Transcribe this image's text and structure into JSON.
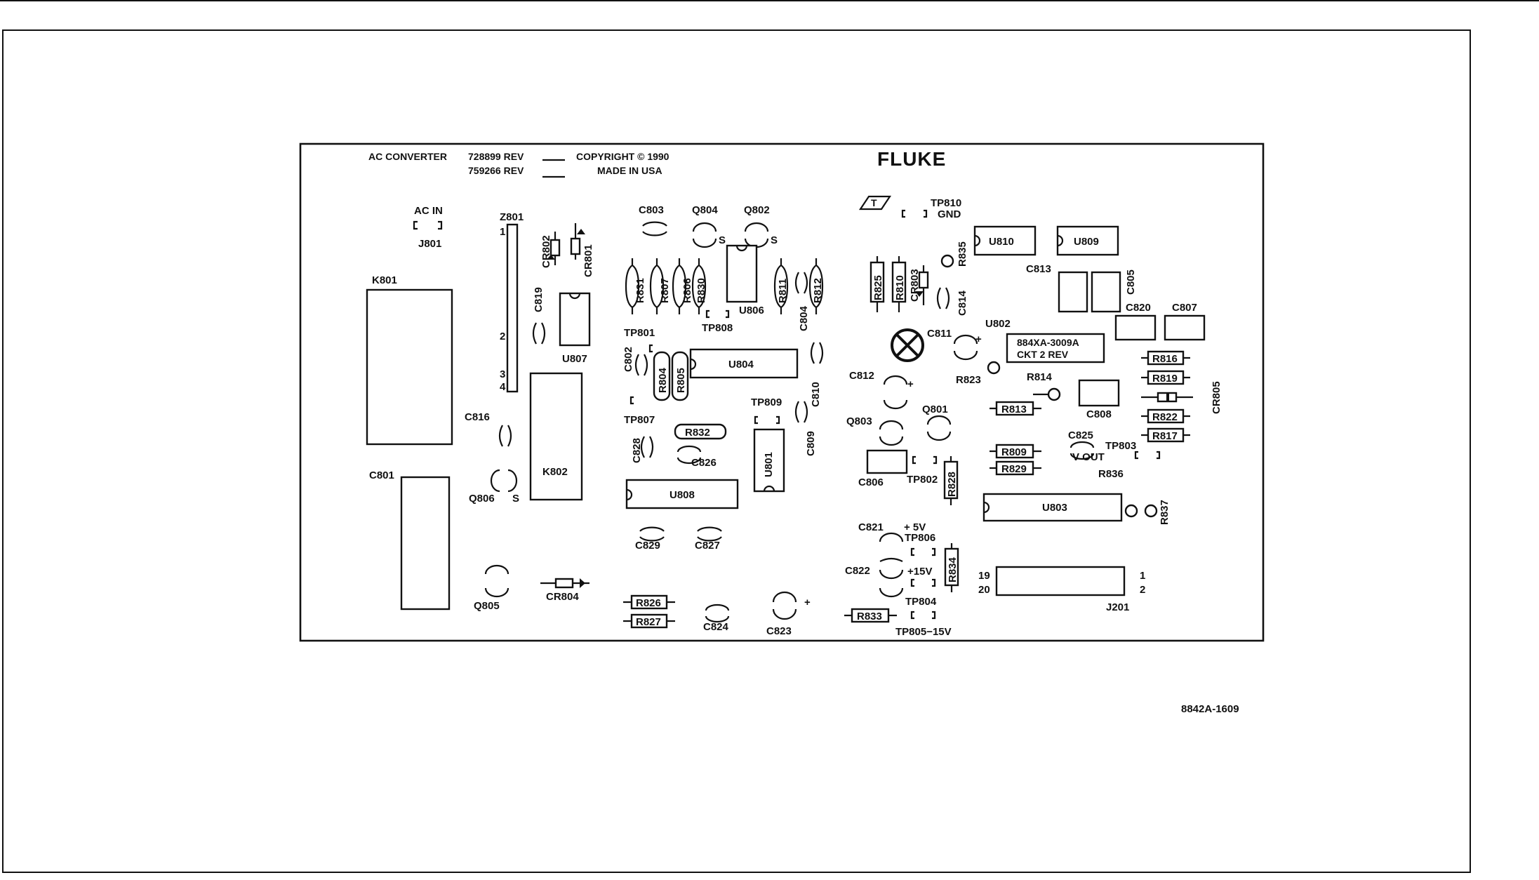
{
  "board": {
    "title": "AC CONVERTER",
    "part1": "728899 REV",
    "part2": "759266 REV",
    "copyright": "COPYRIGHT © 1990",
    "made_in": "MADE IN USA",
    "brand": "FLUKE",
    "ident": "884XA-3009A",
    "ckt": "CKT 2  REV"
  },
  "figure_number": "8842A-1609",
  "labels": {
    "ac_in": "AC IN",
    "j801": "J801",
    "z801": "Z801",
    "k801": "K801",
    "k802": "K802",
    "c801": "C801",
    "cr802": "CR802",
    "cr801": "CR801",
    "c819": "C819",
    "u807": "U807",
    "c816": "C816",
    "q806": "Q806",
    "q805": "Q805",
    "cr804": "CR804",
    "c803": "C803",
    "q804": "Q804",
    "q802": "Q802",
    "r831": "R831",
    "r807": "R807",
    "r806": "R806",
    "r830": "R830",
    "u806": "U806",
    "tp808": "TP808",
    "r811": "R811",
    "r812": "R812",
    "c804": "C804",
    "tp801": "TP801",
    "c802": "C802",
    "r804": "R804",
    "r805": "R805",
    "u804": "U804",
    "c810": "C810",
    "tp807": "TP807",
    "tp809": "TP809",
    "c809": "C809",
    "r832": "R832",
    "c828": "C828",
    "c826": "C826",
    "u801": "U801",
    "u808": "U808",
    "c829": "C829",
    "c827": "C827",
    "r826": "R826",
    "r827": "R827",
    "c824": "C824",
    "c823": "C823",
    "tp810": "TP810",
    "gnd": "GND",
    "r825": "R825",
    "r810": "R810",
    "cr803": "CR803",
    "r835": "R835",
    "c814": "C814",
    "u810": "U810",
    "u809": "U809",
    "c813": "C813",
    "c805": "C805",
    "c820": "C820",
    "c807": "C807",
    "c811": "C811",
    "u802": "U802",
    "r823": "R823",
    "c812": "C812",
    "r814": "R814",
    "r813": "R813",
    "c808": "C808",
    "q803": "Q803",
    "q801": "Q801",
    "c825": "C825",
    "tp803": "TP803",
    "v_out": "V OUT",
    "r809": "R809",
    "r829": "R829",
    "r836": "R836",
    "c806": "C806",
    "tp802": "TP802",
    "r828": "R828",
    "r816": "R816",
    "r819": "R819",
    "r822": "R822",
    "r817": "R817",
    "cr805": "CR805",
    "u803": "U803",
    "r837": "R837",
    "c821": "C821",
    "plus5v": "+ 5V",
    "tp806": "TP806",
    "c822": "C822",
    "plus15v": "+15V",
    "r834": "R834",
    "tp804": "TP804",
    "r833": "R833",
    "tp805": "TP805−15V",
    "j201": "J201",
    "pin1": "1",
    "pin2": "2",
    "pin19": "19",
    "pin20": "20",
    "z_pin1": "1",
    "z_pin2": "2",
    "z_pin3": "3",
    "z_pin4": "4",
    "s1": "S",
    "s2": "S",
    "s3": "S",
    "plus": "+",
    "t_mark": "T"
  }
}
